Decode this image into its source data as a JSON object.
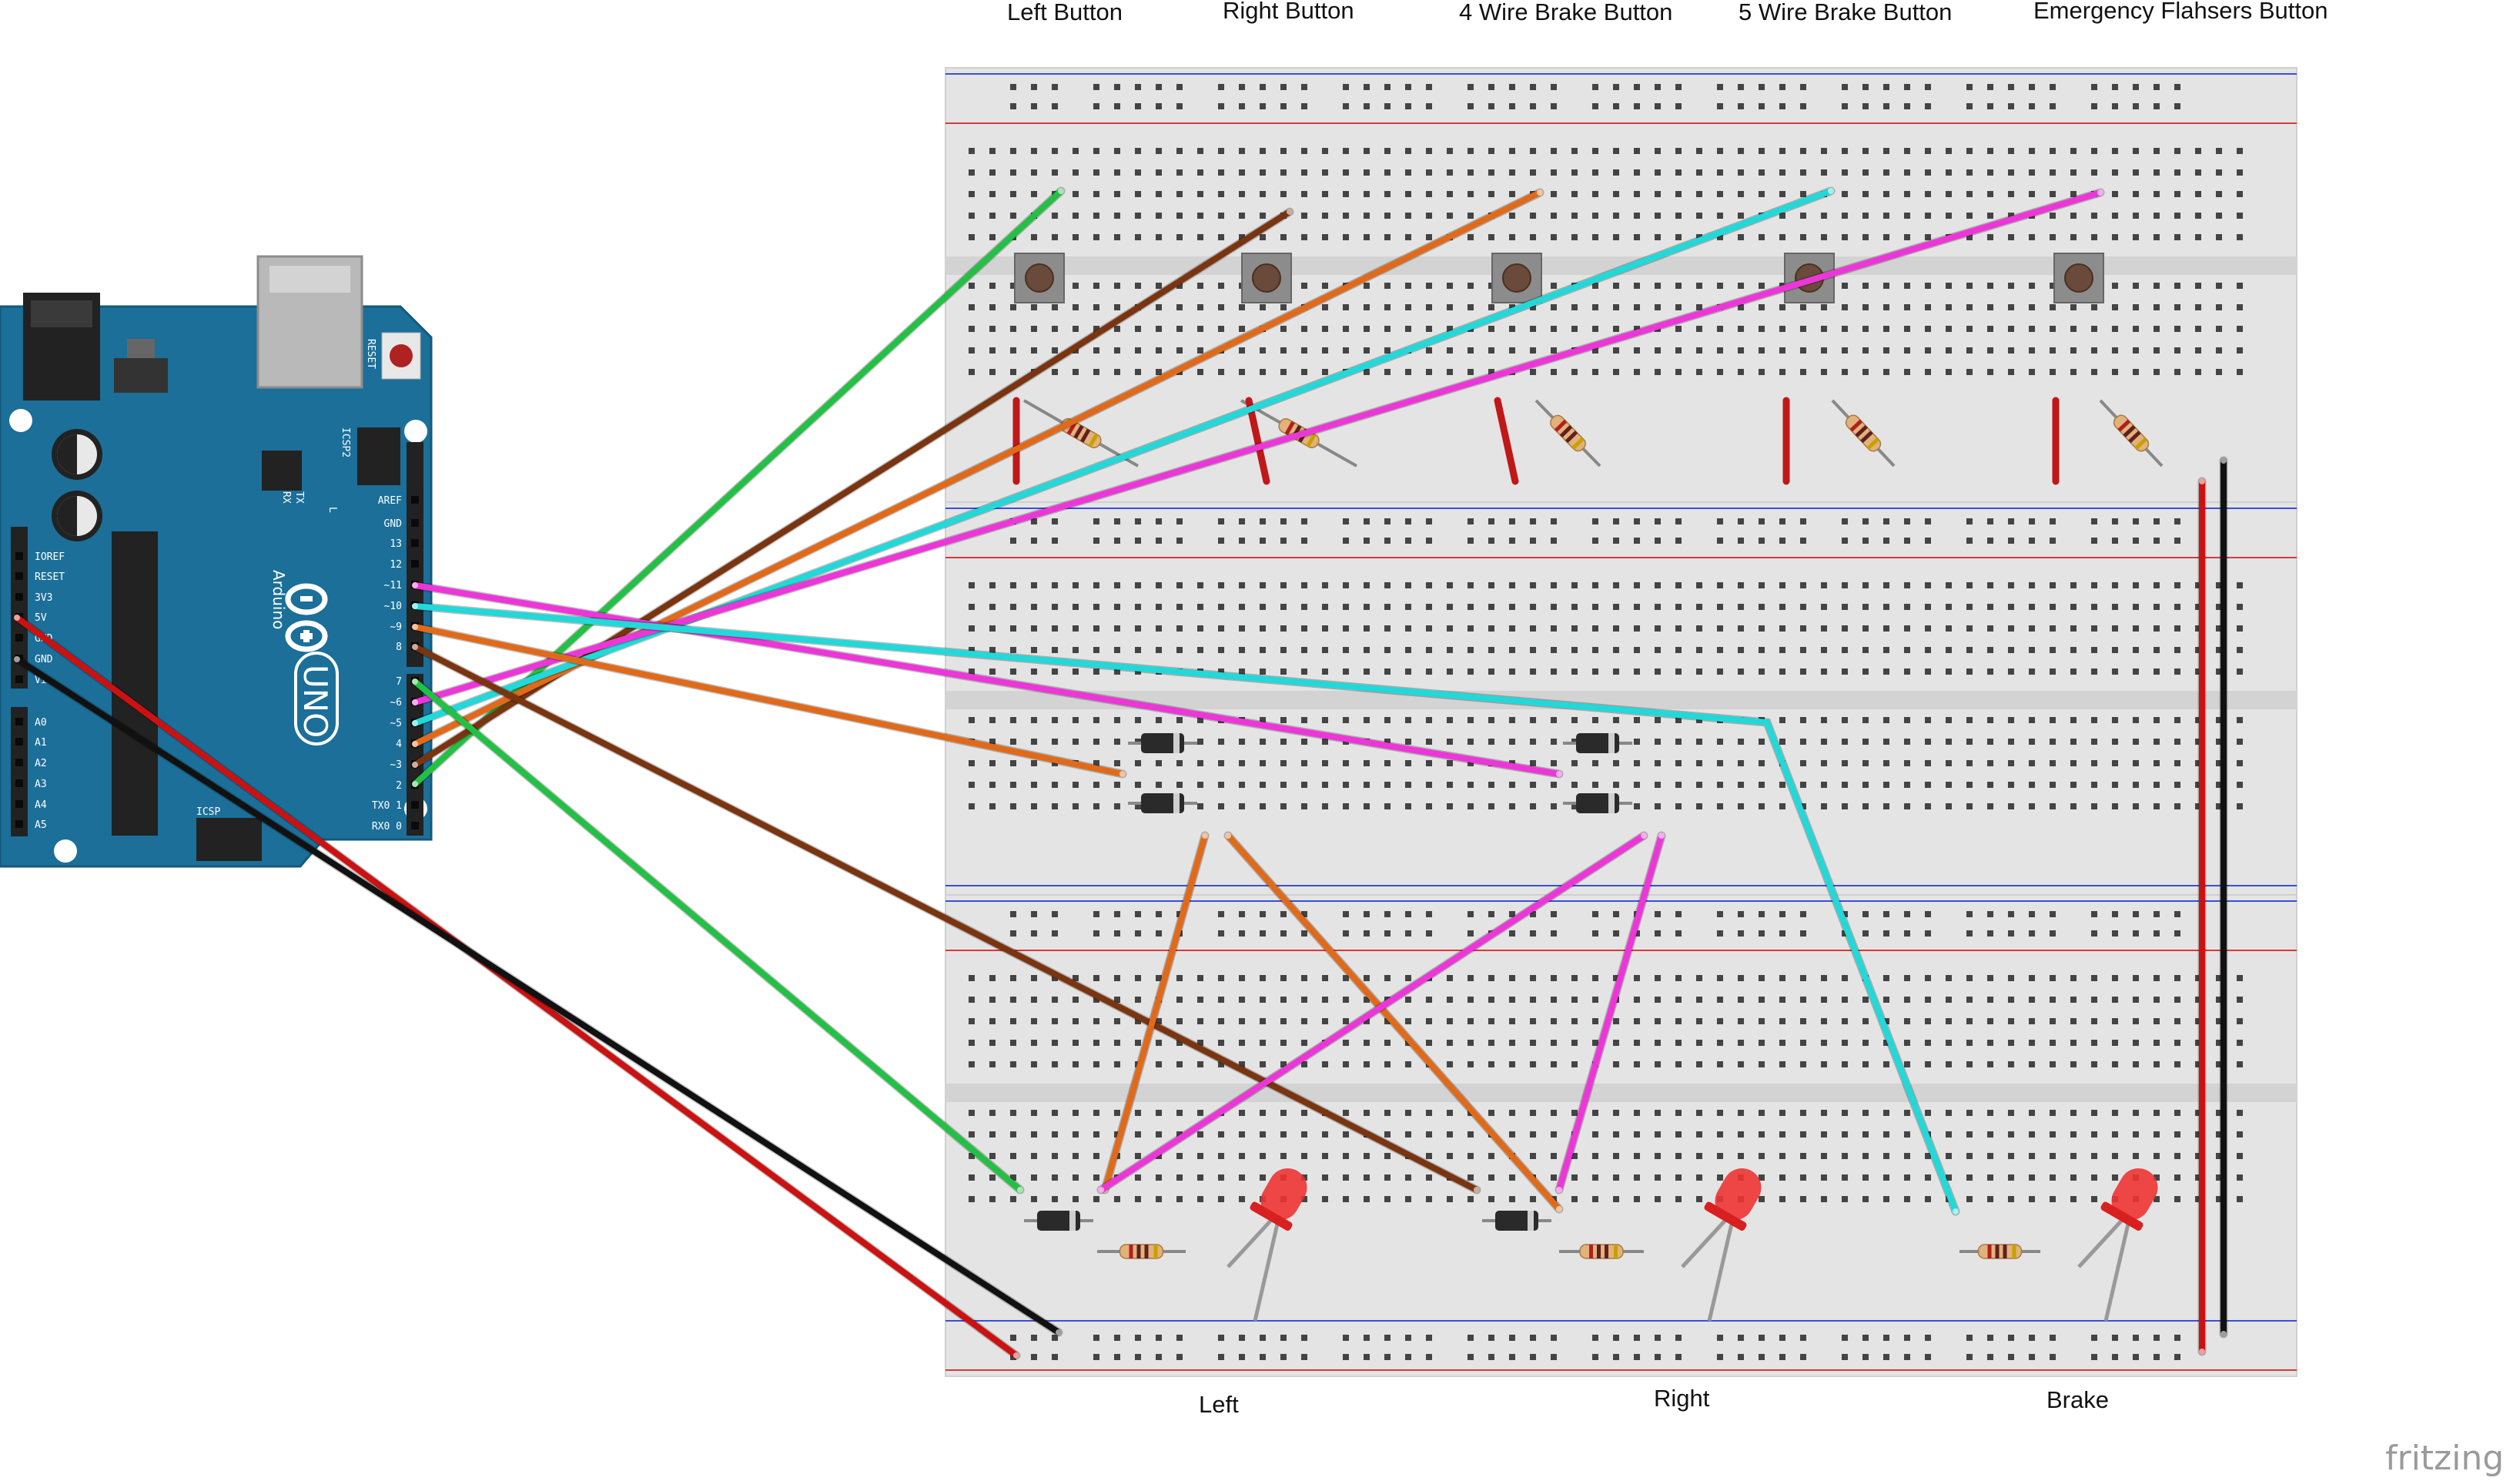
{
  "button_labels": [
    "Left Button",
    "Right Button",
    "4 Wire Brake Button",
    "5 Wire Brake Button",
    "Emergency Flahsers Button"
  ],
  "led_labels": [
    "Left",
    "Right",
    "Brake"
  ],
  "brand": "fritzing",
  "board": {
    "name": "UNO",
    "maker": "Arduino",
    "reset_label": "RESET",
    "icsp_label": "ICSP",
    "icsp2_label": "ICSP2",
    "digital_pins": [
      "AREF",
      "GND",
      "13",
      "12",
      "~11",
      "~10",
      "~9",
      "8",
      "7",
      "~6",
      "~5",
      "4",
      "~3",
      "2",
      "TX0 1",
      "RX0 0"
    ],
    "power_pins": [
      "IOREF",
      "RESET",
      "3V3",
      "5V",
      "GND",
      "GND",
      "Vin"
    ],
    "analog_pins": [
      "A0",
      "A1",
      "A2",
      "A3",
      "A4",
      "A5"
    ],
    "led_labels": [
      "RX",
      "TX",
      "L"
    ]
  },
  "colors": {
    "board": "#1b6f99",
    "breadboard": "#e4e4e4",
    "rail_blue": "#3a4fd6",
    "rail_red": "#d63a3a",
    "wire_green": "#22c044",
    "wire_brown": "#7a3410",
    "wire_orange": "#e06a1a",
    "wire_cyan": "#22d8d8",
    "wire_magenta": "#ec36d8",
    "wire_red": "#cc1111",
    "wire_black": "#111111",
    "led_red": "#ee3333"
  }
}
